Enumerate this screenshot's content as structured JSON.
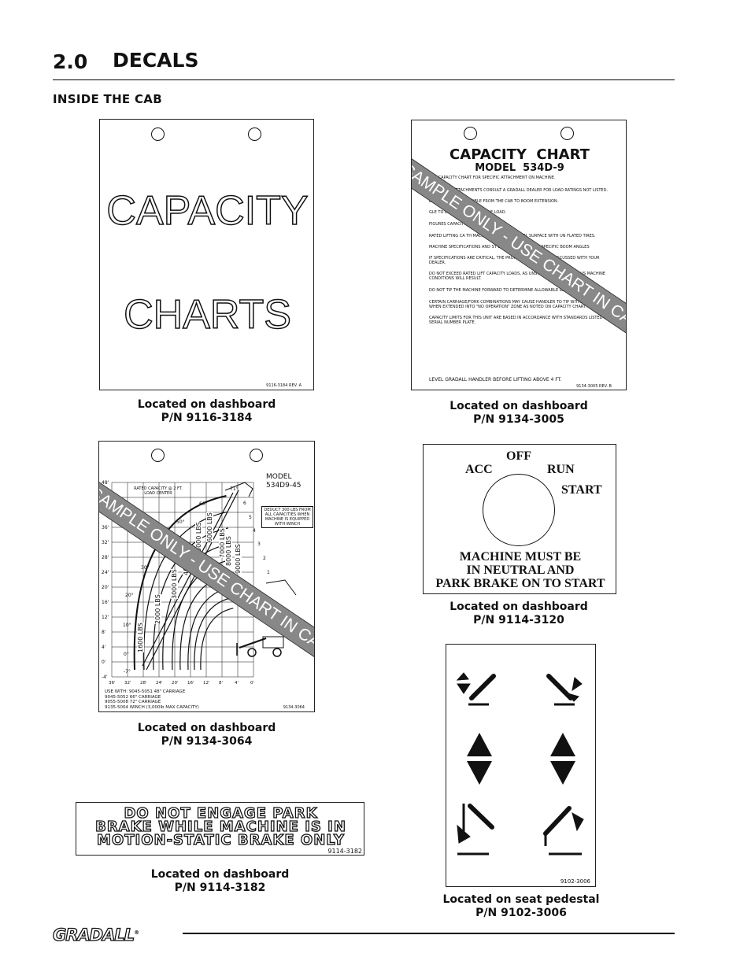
{
  "header": {
    "section_number": "2.0",
    "section_title": "DECALS",
    "subheading": "INSIDE THE CAB"
  },
  "decals": {
    "capacity_charts": {
      "line1": "CAPACITY",
      "line2": "CHARTS",
      "rev": "9116-3184 REV. A",
      "caption_location": "Located on dashboard",
      "caption_pn": "P/N 9116-3184"
    },
    "capacity_chart_text": {
      "title": "CAPACITY  CHART",
      "model": "MODEL  534D-9",
      "lines": [
        "USE CAPACITY CHART FOR SPECIFIC ATTACHMENT ON MACHINE.",
        "FOR OTHER ATTACHMENTS CONSULT A GRADALL DEALER FOR LOAD RATINGS NOT LISTED.",
        "LARGEST NUMBER VISIBLE FROM THE CAB TO BOOM EXTENSION.",
        "GLE TO DETERMINE ALLOWABLE LOAD.",
        "FIGURES CAPACITY TRUCK LEVEL.",
        "RATED LIFTING CA TH MACHINE ON A FIRM, LEVEL SURFACE WITH UN FLATED TIRES.",
        "MACHINE SPECIFICATIONS AND ST D LIFT CAPACITIES AT SPECIFIC BOOM ANGLES",
        "IF SPECIFICATIONS ARE CRITICAL, THE PROPOSED SHOULD BE DISCUSSED WITH YOUR DEALER.",
        "DO NOT EXCEED RATED LIFT CAPACITY LOADS, AS UNSTABLE AND DANGEROUS MACHINE CONDITIONS WILL RESULT.",
        "DO NOT TIP THE MACHINE FORWARD TO DETERMINE ALLOWABLE LOAD.",
        "CERTAIN CARRIAGE/FORK COMBINATIONS MAY CAUSE HANDLER TO TIP WITHOUT LOAD WHEN EXTENDED INTO \"NO OPERATION\" ZONE AS NOTED ON CAPACITY CHART.",
        "CAPACITY LIMITS FOR THIS UNIT ARE BASED IN ACCORDANCE WITH STANDARDS LISTED ON SERIAL NUMBER PLATE."
      ],
      "level_note": "LEVEL GRADALL HANDLER BEFORE LIFTING ABOVE 4 FT.",
      "rev": "9134-3005 REV. B",
      "watermark": "SAMPLE ONLY - USE CHART IN CAB",
      "caption_location": "Located on dashboard",
      "caption_pn": "P/N 9134-3005"
    },
    "load_chart": {
      "model_line1": "MODEL",
      "model_line2": "534D9-45",
      "rated": "RATED CAPACITY @ 2 FT. LOAD CENTER",
      "deduct": "DEDUCT 300 LBS FROM ALL CAPACITIES WHEN MACHINE IS EQUIPPED WITH WINCH",
      "y_labels": [
        "48'",
        "44'",
        "40'",
        "36'",
        "32'",
        "28'",
        "24'",
        "20'",
        "16'",
        "12'",
        "8'",
        "4'",
        "0'",
        "-4'"
      ],
      "x_labels": [
        "36'",
        "32'",
        "28'",
        "24'",
        "20'",
        "16'",
        "12'",
        "8'",
        "4'",
        "0'"
      ],
      "angles": [
        "71°",
        "60°",
        "50°",
        "40°",
        "30°",
        "20°",
        "10°",
        "0°",
        "-7°"
      ],
      "zones": [
        "1",
        "2",
        "3",
        "4",
        "5",
        "6"
      ],
      "capacities": [
        "1600 LBS",
        "2000 LBS",
        "3000 LBS",
        "4000 LBS",
        "5000 LBS",
        "6000 LBS",
        "7000 LBS",
        "8000 LBS",
        "9000 LBS"
      ],
      "use_with": [
        "USE WITH: 9045-5051 48\" CARRIAGE",
        "9045-5052 66\" CARRIAGE",
        "9055-5008 72\" CARRIAGE",
        "9135-5004 WINCH (3,000lb MAX CAPACITY)"
      ],
      "part": "9134-3064",
      "watermark": "SAMPLE ONLY - USE CHART IN CAB",
      "caption_location": "Located on dashboard",
      "caption_pn": "P/N 9134-3064"
    },
    "ignition": {
      "off": "OFF",
      "acc": "ACC",
      "run": "RUN",
      "start": "START",
      "warning_line1": "MACHINE MUST BE",
      "warning_line2": "IN NEUTRAL AND",
      "warning_line3": "PARK BRAKE ON TO START",
      "caption_location": "Located on dashboard",
      "caption_pn": "P/N 9114-3120"
    },
    "park_brake": {
      "line1": "DO NOT ENGAGE PARK",
      "line2": "BRAKE WHILE MACHINE IS IN",
      "line3": "MOTION-STATIC BRAKE  ONLY",
      "part": "9114-3182",
      "caption_location": "Located on dashboard",
      "caption_pn": "P/N 9114-3182"
    },
    "seat_pedestal": {
      "part": "9102-3006",
      "caption_location": "Located on seat pedestal",
      "caption_pn": "P/N 9102-3006"
    }
  },
  "footer": {
    "logo": "GRADALL",
    "registered": "®"
  }
}
